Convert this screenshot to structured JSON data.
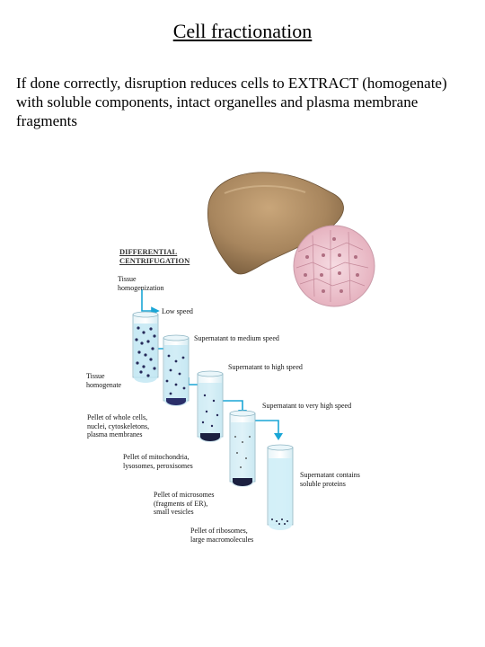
{
  "title": "Cell fractionation",
  "intro": "If done correctly, disruption reduces cells to EXTRACT (homogenate) with soluble components, intact organelles and plasma membrane fragments",
  "diagram": {
    "header": "DIFFERENTIAL CENTRIFUGATION",
    "tissue_homogenization": "Tissue homogenization",
    "tissue_homogenate": "Tissue homogenate",
    "steps": [
      "Low speed",
      "Supernatant to medium speed",
      "Supernatant to high speed",
      "Supernatant to very high speed"
    ],
    "pellets": [
      "Pellet of whole cells, nuclei, cytoskeletons, plasma membranes",
      "Pellet of mitochondria, lysosomes, peroxisomes",
      "Pellet of microsomes (fragments of ER), small vesicles",
      "Pellet of ribosomes, large macromolecules"
    ],
    "supernatant_final": "Supernatant contains soluble proteins"
  },
  "colors": {
    "arrow": "#1aa6d6",
    "liquid": "#bfe6f2",
    "pellet_dark": "#1c2040",
    "liver": "#a8865e"
  }
}
